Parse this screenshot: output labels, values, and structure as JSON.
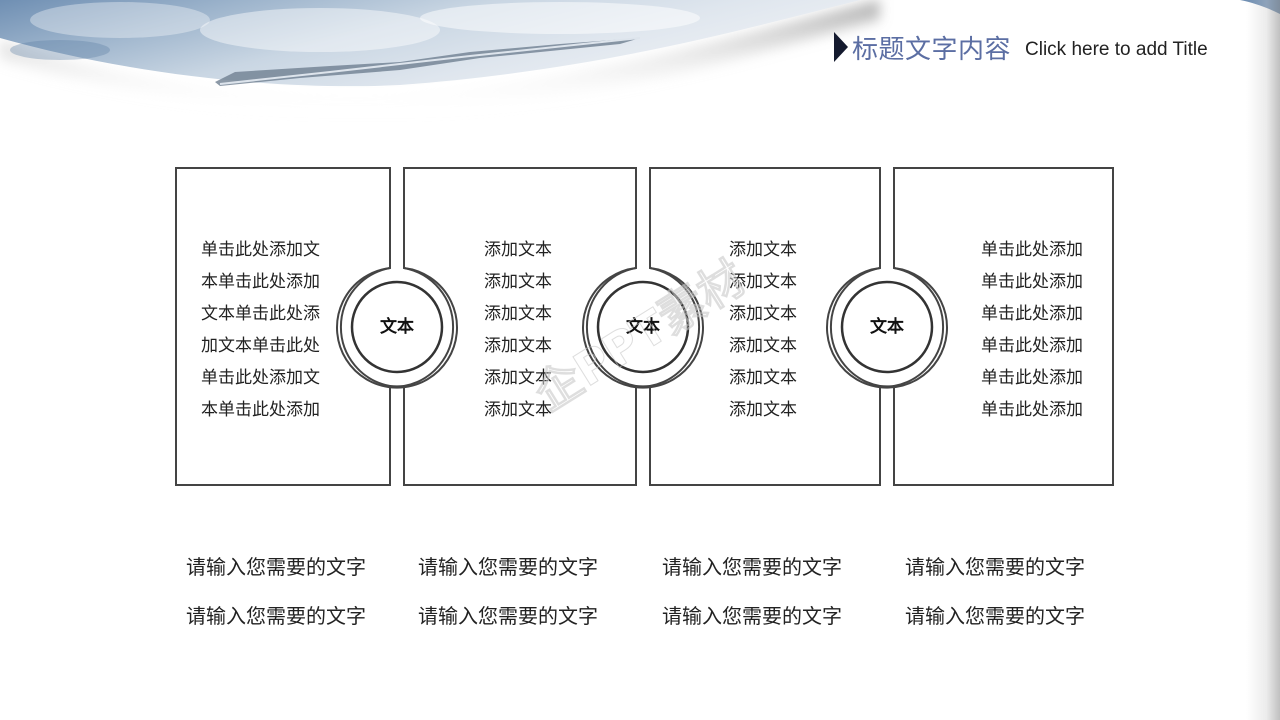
{
  "slide": {
    "title_cn": "标题文字内容",
    "title_en": "Click here to add Title",
    "accent_color": "#5b6ea3",
    "arrow_color": "#141a2e"
  },
  "columns": [
    {
      "lines": [
        "单击此处添加文",
        "本单击此处添加",
        "文本单击此处添",
        "加文本单击此处",
        "单击此处添加文",
        "本单击此处添加"
      ]
    },
    {
      "lines": [
        "添加文本",
        "添加文本",
        "添加文本",
        "添加文本",
        "添加文本",
        "添加文本"
      ]
    },
    {
      "lines": [
        "添加文本",
        "添加文本",
        "添加文本",
        "添加文本",
        "添加文本",
        "添加文本"
      ]
    },
    {
      "lines": [
        "单击此处添加",
        "单击此处添加",
        "单击此处添加",
        "单击此处添加",
        "单击此处添加",
        "单击此处添加"
      ]
    }
  ],
  "connectors": [
    {
      "label": "文本"
    },
    {
      "label": "文本"
    },
    {
      "label": "文本"
    }
  ],
  "bottom": [
    {
      "line1": "请输入您需要的文字",
      "line2": "请输入您需要的文字"
    },
    {
      "line1": "请输入您需要的文字",
      "line2": "请输入您需要的文字"
    },
    {
      "line1": "请输入您需要的文字",
      "line2": "请输入您需要的文字"
    },
    {
      "line1": "请输入您需要的文字",
      "line2": "请输入您需要的文字"
    }
  ],
  "watermark": "企PPT素材"
}
